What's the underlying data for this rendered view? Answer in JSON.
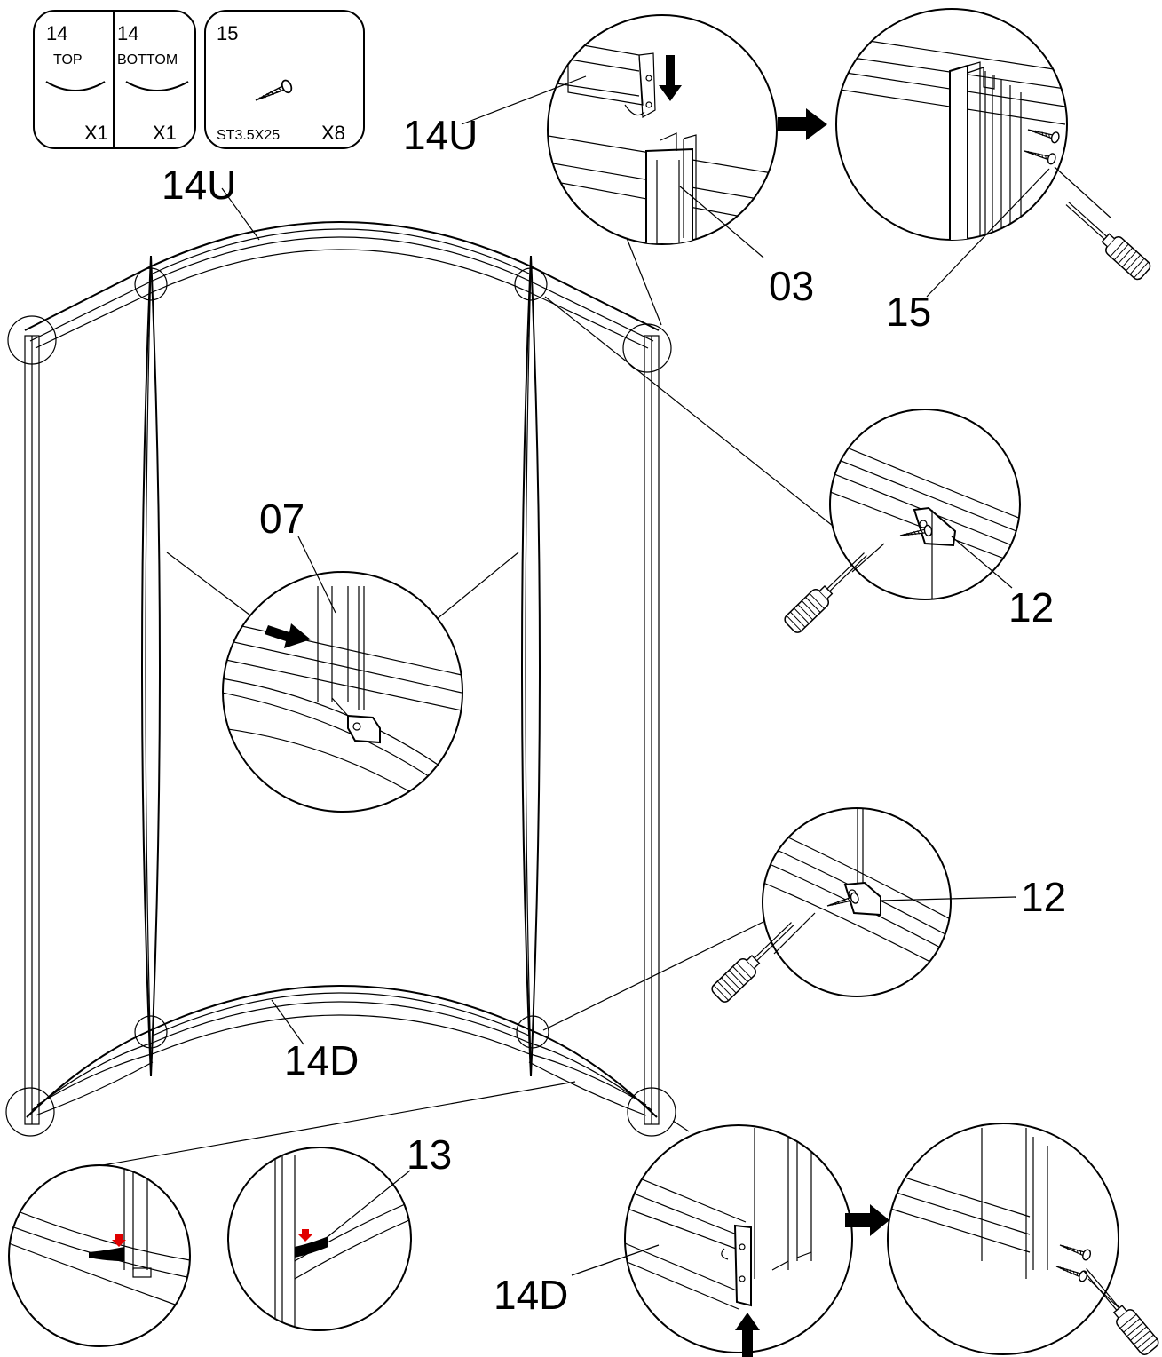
{
  "parts_box": {
    "top": {
      "number": "14",
      "name": "TOP",
      "qty": "X1"
    },
    "bottom": {
      "number": "14",
      "name": "BOTTOM",
      "qty": "X1"
    },
    "screw": {
      "number": "15",
      "spec": "ST3.5X25",
      "qty": "X8"
    }
  },
  "labels": {
    "top_rail_detail": "14U",
    "top_rail_main": "14U",
    "profile": "03",
    "screw": "15",
    "slider": "07",
    "bracket_upper": "12",
    "bracket_lower": "12",
    "bottom_rail_main": "14D",
    "seal": "13",
    "bottom_rail_detail": "14D"
  },
  "icons": [
    "screw-icon",
    "screwdriver-icon",
    "arrow-icon"
  ]
}
